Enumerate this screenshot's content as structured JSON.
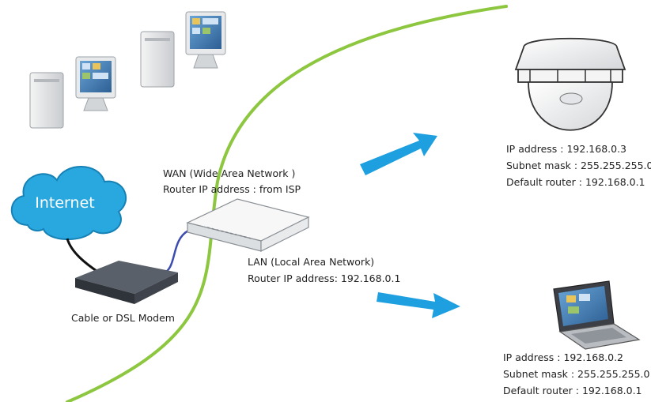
{
  "internet": {
    "label": "Internet"
  },
  "modem": {
    "label": "Cable or DSL Modem"
  },
  "wan": {
    "title": "WAN (Wide Area Network )",
    "router_ip": "Router IP address : from ISP"
  },
  "lan": {
    "title": "LAN (Local Area Network)",
    "router_ip": "Router IP address: 192.168.0.1"
  },
  "camera": {
    "ip": "IP address : 192.168.0.3",
    "subnet": "Subnet mask : 255.255.255.0",
    "gateway": "Default router : 192.168.0.1"
  },
  "laptop": {
    "ip": "IP address : 192.168.0.2",
    "subnet": "Subnet mask : 255.255.255.0",
    "gateway": "Default router : 192.168.0.1"
  },
  "colors": {
    "boundary_line": "#8dc63f",
    "arrow": "#1e9fe0",
    "cloud": "#29a8e0",
    "modem": "#444a52"
  },
  "icons": [
    "desktop-computer-icon",
    "internet-cloud-icon",
    "modem-icon",
    "router-icon",
    "dome-camera-icon",
    "laptop-icon",
    "arrow-icon"
  ]
}
